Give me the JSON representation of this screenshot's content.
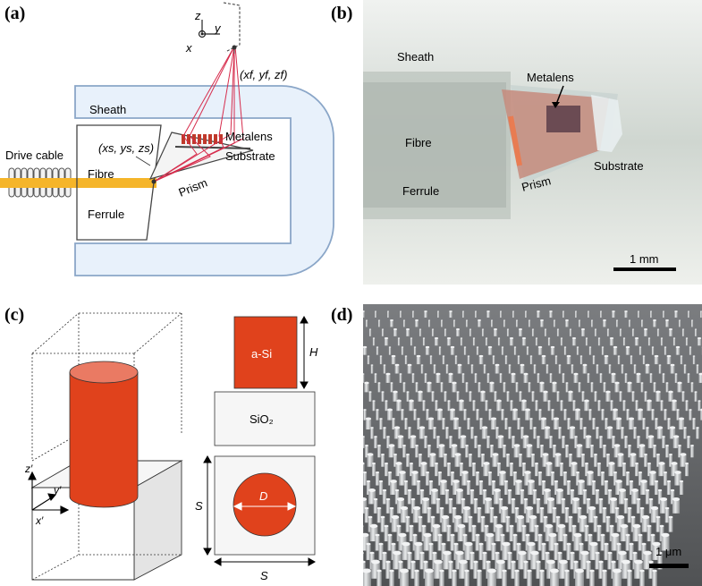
{
  "panels": {
    "a": {
      "letter": "(a)",
      "labels": {
        "drive_cable": "Drive cable",
        "fibre": "Fibre",
        "ferrule": "Ferrule",
        "sheath": "Sheath",
        "metalens": "Metalens",
        "substrate": "Substrate",
        "prism": "Prism",
        "axis_z": "z",
        "axis_y": "y",
        "axis_x": "x",
        "source_point": "(xs, ys, zs)",
        "focal_point": "(xf, yf, zf)"
      }
    },
    "b": {
      "letter": "(b)",
      "labels": {
        "sheath": "Sheath",
        "metalens": "Metalens",
        "fibre": "Fibre",
        "ferrule": "Ferrule",
        "substrate": "Substrate",
        "prism": "Prism",
        "scale": "1 mm"
      }
    },
    "c": {
      "letter": "(c)",
      "labels": {
        "axis_z": "z′",
        "axis_y": "y′",
        "axis_x": "x′",
        "pillar_material": "a-Si",
        "substrate_material": "SiO₂",
        "height": "H",
        "diameter": "D",
        "period_vertical": "S",
        "period_horizontal": "S"
      }
    },
    "d": {
      "letter": "(d)",
      "labels": {
        "scale": "1 μm"
      }
    }
  },
  "colors": {
    "fibre": "#f5b52a",
    "beam": "#d62c4c",
    "pillar": "#e0421c",
    "sheath_stroke": "#8aa6c8",
    "sem_bg": "#5c5e61"
  }
}
